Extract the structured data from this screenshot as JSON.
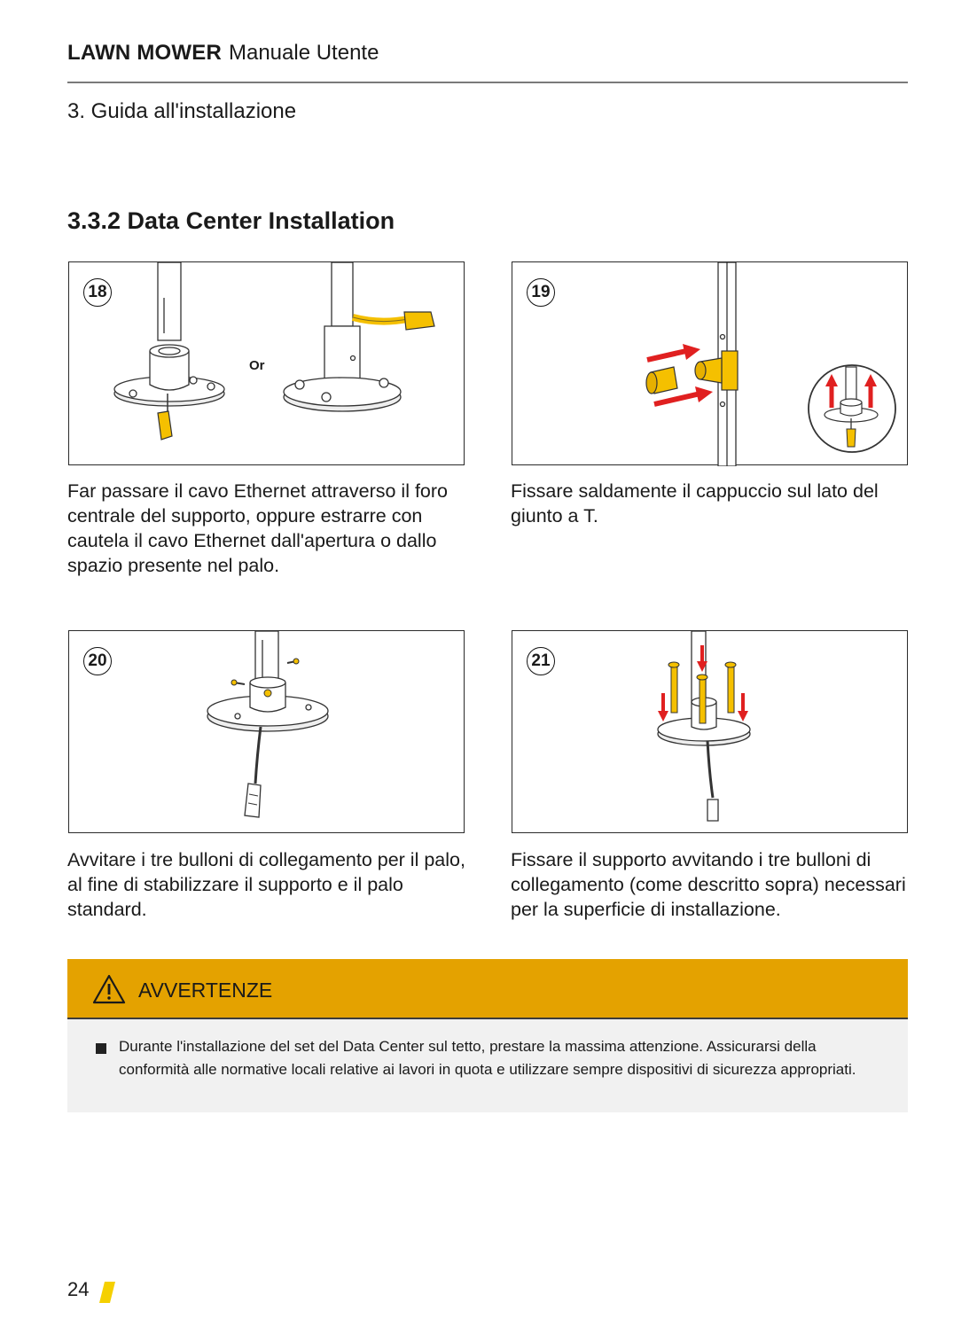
{
  "header": {
    "brand": "LAWN MOWER",
    "subtitle": "Manuale Utente"
  },
  "chapter": "3. Guida all'installazione",
  "section_title": "3.3.2 Data Center Installation",
  "steps": [
    {
      "number": "18",
      "or_label": "Or",
      "caption": "Far passare il cavo Ethernet attraverso il foro centrale del supporto, oppure estrarre con cautela il cavo Ethernet dall'apertura o dallo spazio presente nel palo."
    },
    {
      "number": "19",
      "caption": "Fissare saldamente il cappuccio sul lato del giunto a T."
    },
    {
      "number": "20",
      "caption": "Avvitare i tre bulloni di collegamento per il palo, al fine di stabilizzare il supporto e il palo standard."
    },
    {
      "number": "21",
      "caption": "Fissare il supporto avvitando i tre bulloni di collegamento (come descritto sopra) necessari per la superficie di installazione."
    }
  ],
  "warning": {
    "title": "AVVERTENZE",
    "text": "Durante l'installazione del set del Data Center sul tetto, prestare la massima attenzione. Assicurarsi della conformità alle normative locali relative ai lavori in quota e utilizzare sempre dispositivi di sicurezza appropriati."
  },
  "page_number": "24",
  "colors": {
    "accent": "#e4a200",
    "arrow": "#e02020",
    "cable": "#f5c000",
    "mark": "#f5d000"
  }
}
